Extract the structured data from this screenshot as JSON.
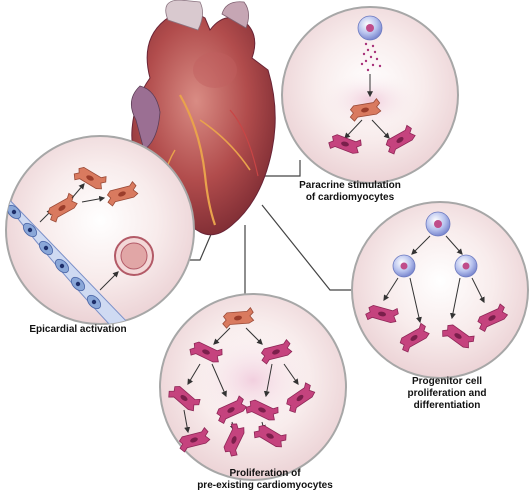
{
  "labels": {
    "paracrine": {
      "line1": "Paracrine stimulation",
      "line2": "of cardiomyocytes"
    },
    "epicardial": {
      "line1": "Epicardial activation"
    },
    "progenitor": {
      "line1": "Progenitor cell",
      "line2": "proliferation and",
      "line3": "differentiation"
    },
    "proliferation": {
      "line1": "Proliferation of",
      "line2": "pre-existing cardiomyocytes"
    }
  },
  "colors": {
    "circle_fill": "#f7e6e6",
    "circle_stroke": "#a7a7a7",
    "cardiomyocyte": "#c5437e",
    "activated_cell": "#d77b62",
    "progenitor_cell": "#a9b6e8",
    "epicardial_cell": "#8aa7d8",
    "heart_red": "#a63b3b",
    "heart_dark": "#6a2436",
    "connector": "#444444"
  }
}
